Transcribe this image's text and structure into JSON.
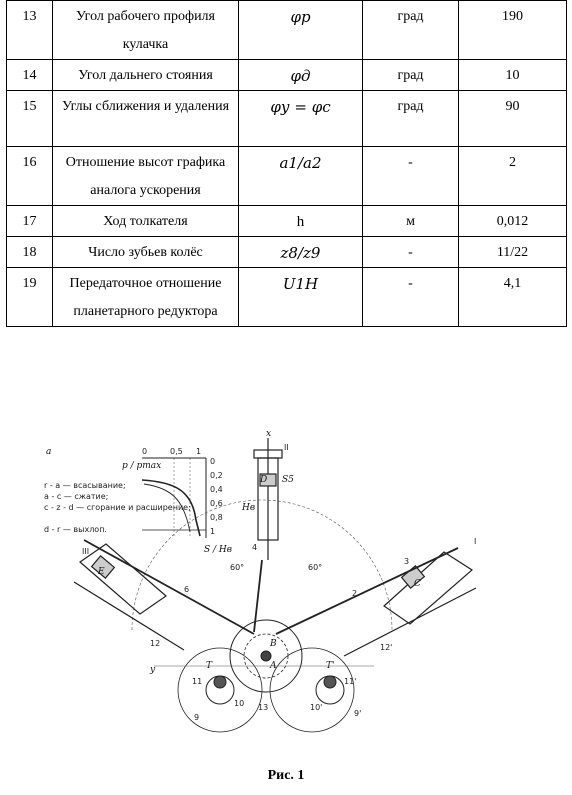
{
  "table": {
    "rows": [
      {
        "num": "13",
        "name": "Угол рабочего профиля кулачка",
        "symbol": "φр",
        "unit": "град",
        "value": "190"
      },
      {
        "num": "14",
        "name": "Угол дальнего стояния",
        "symbol": "φд",
        "unit": "град",
        "value": "10"
      },
      {
        "num": "15",
        "name": "Углы сближения и удаления",
        "symbol": "φу = φс",
        "unit": "град",
        "value": "90"
      },
      {
        "num": "16",
        "name": "Отношение высот графика аналога ускорения",
        "symbol": "a1/a2",
        "unit": "-",
        "value": "2"
      },
      {
        "num": "17",
        "name": "Ход толкателя",
        "symbol": "h",
        "unit": "м",
        "value": "0,012"
      },
      {
        "num": "18",
        "name": "Число зубьев колёс",
        "symbol": "z8/z9",
        "unit": "-",
        "value": "11/22"
      },
      {
        "num": "19",
        "name": "Передаточное отношение планетарного редуктора",
        "symbol": "U1H",
        "unit": "-",
        "value": "4,1"
      }
    ]
  },
  "figure": {
    "panel_label": "a",
    "legend": [
      "r - a — всасывание;",
      "a - c — сжатие;",
      "c - z - d — сгорание и расширение;",
      "d - r — выхлоп."
    ],
    "axis_top": [
      "0",
      "0,5",
      "1"
    ],
    "axis_right": [
      "0",
      "0,2",
      "0,4",
      "0,6",
      "0,8",
      "1"
    ],
    "ratio_label_p": "p / pmax",
    "ratio_label_s": "S / Hв",
    "angle_left": "60°",
    "angle_right": "60°",
    "labels": {
      "III": "III",
      "I": "I",
      "II": "II",
      "Hb": "Hв",
      "S5": "S5",
      "D": "D",
      "E": "E",
      "C": "C",
      "x": "x",
      "y": "y",
      "n12": "12",
      "n12p": "12'",
      "n11": "11",
      "n11p": "11'",
      "n13": "13",
      "n10": "10",
      "n10p": "10'",
      "n9": "9",
      "n9p": "9'",
      "n6": "6",
      "n2": "2",
      "n3": "3",
      "n4": "4",
      "T": "T",
      "Tp": "T'",
      "A": "A",
      "B": "B"
    }
  },
  "caption": "Рис. 1"
}
